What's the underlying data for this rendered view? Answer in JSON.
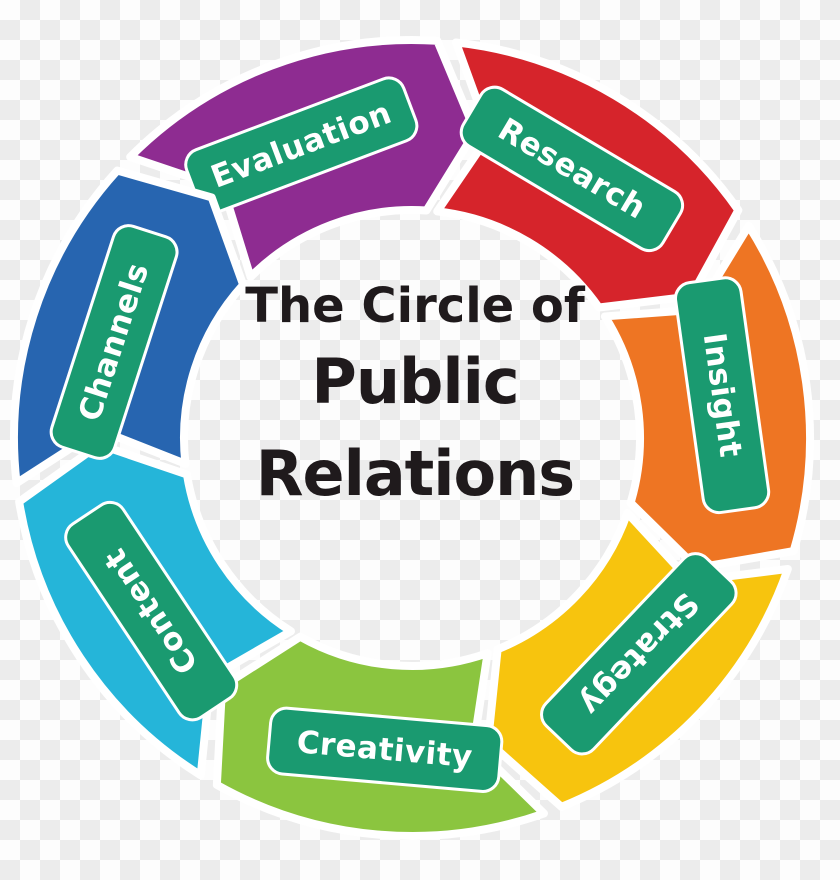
{
  "diagram": {
    "background": {
      "checker_light": "#fdfdfd",
      "checker_dark": "#ececec"
    },
    "title": {
      "line1": "The Circle of",
      "line2": "Public",
      "line3": "Relations",
      "color": "#1f1a1c"
    },
    "label_style": {
      "bg": "#1a9a70",
      "text": "#ffffff",
      "border": "#ffffff"
    },
    "wheel": {
      "flow": "clockwise",
      "segments": [
        {
          "id": "evaluation",
          "label": "Evaluation",
          "color": "#8e2c91",
          "lead_deg": 85,
          "flip_label": false
        },
        {
          "id": "research",
          "label": "Research",
          "color": "#d6242b",
          "lead_deg": 33.57,
          "flip_label": false
        },
        {
          "id": "insight",
          "label": "Insight",
          "color": "#ee7523",
          "lead_deg": -17.86,
          "flip_label": false
        },
        {
          "id": "strategy",
          "label": "Strategy",
          "color": "#f7c40e",
          "lead_deg": -69.29,
          "flip_label": false
        },
        {
          "id": "creativity",
          "label": "Creativity",
          "color": "#8bc53f",
          "lead_deg": -120.71,
          "flip_label": true
        },
        {
          "id": "content",
          "label": "Content",
          "color": "#25b5d9",
          "lead_deg": -172.14,
          "flip_label": false
        },
        {
          "id": "channels",
          "label": "Channels",
          "color": "#2765b0",
          "lead_deg": 136.43,
          "flip_label": false
        }
      ]
    }
  }
}
